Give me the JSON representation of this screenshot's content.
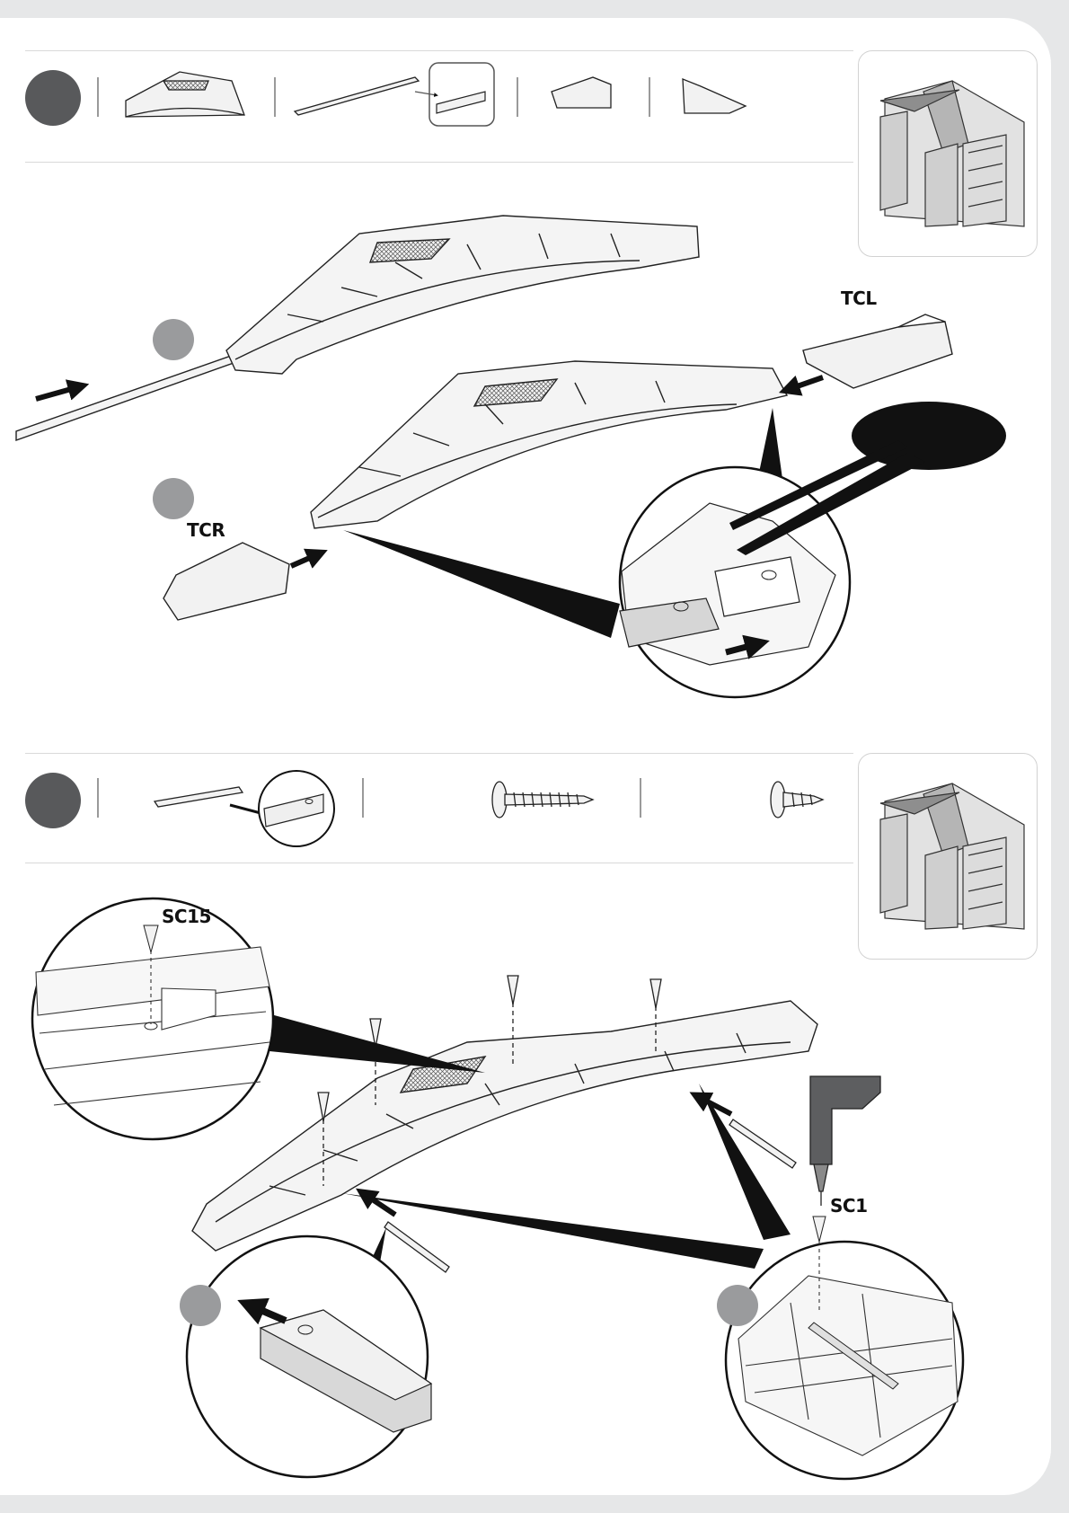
{
  "step_a": {
    "parts": [
      "truss-half-icon",
      "steel-bar-icon",
      "bar-end-detail-icon",
      "tcl-cap-icon",
      "tcr-cap-icon"
    ],
    "labels": {
      "tcl": "TCL",
      "tcr": "TCR"
    }
  },
  "step_b": {
    "parts": [
      "flat-bar-icon",
      "bar-hole-detail-icon",
      "long-screw-icon",
      "short-screw-icon"
    ],
    "labels": {
      "sc15": "SC15",
      "sc1": "SC1"
    }
  },
  "colors": {
    "background": "#e6e7e8",
    "page": "#ffffff",
    "step_circle": "#58595b",
    "sub_badge": "#9a9b9d",
    "line_art": "#222222",
    "callout": "#111111"
  }
}
